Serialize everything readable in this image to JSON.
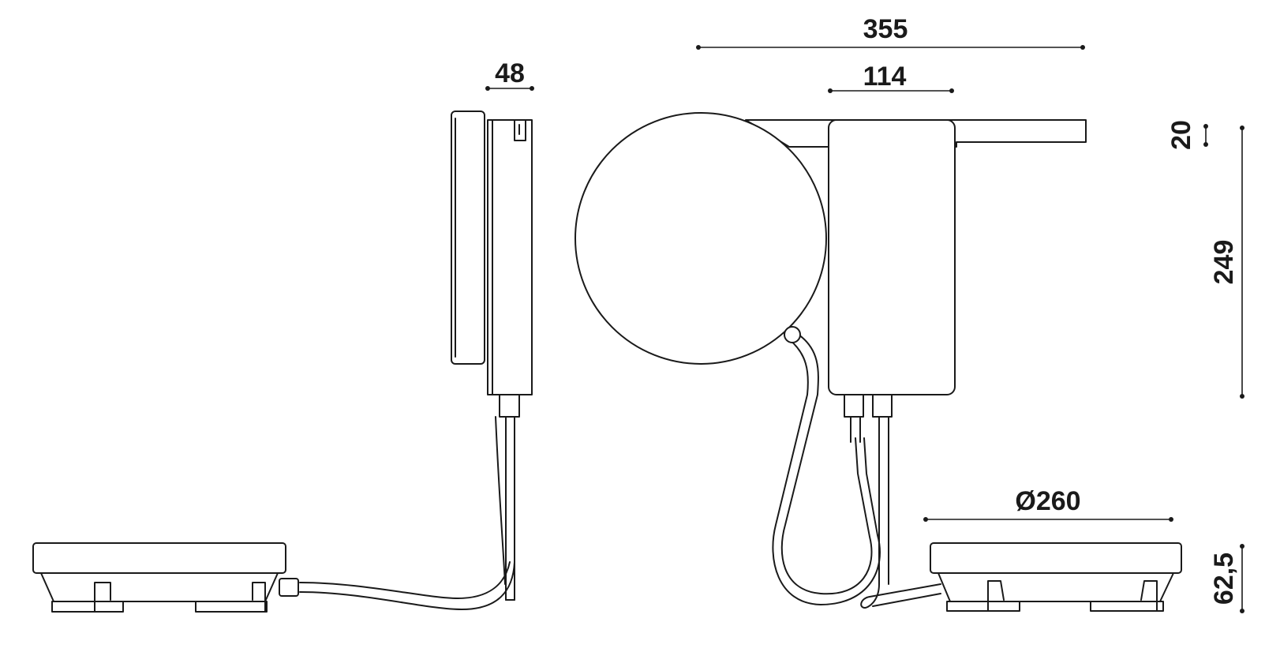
{
  "dimensions": {
    "overall_width": "355",
    "module_width": "114",
    "depth": "48",
    "top_bar_height": "20",
    "module_height": "249",
    "base_diameter": "Ø260",
    "base_height": "62,5"
  }
}
